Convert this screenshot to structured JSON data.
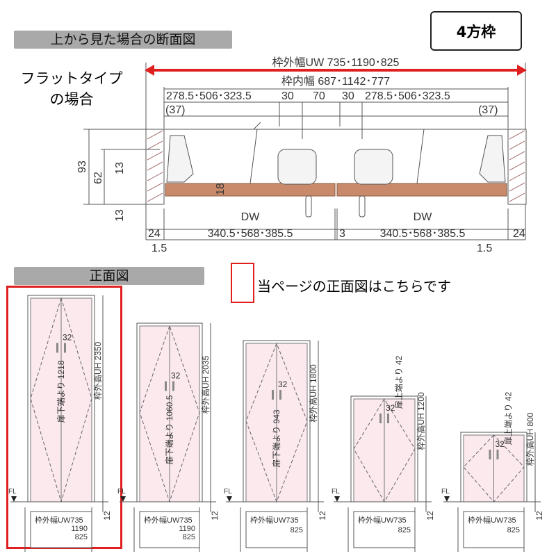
{
  "header_top": "上から見た場合の断面図",
  "badge": "4方枠",
  "flat_type": [
    "フラットタイプ",
    "の場合"
  ],
  "section": {
    "outer_width": "枠外幅UW 735･1190･825",
    "inner_width": "枠内幅 687･1142･777",
    "dims_left": "278.5･506･323.5",
    "d30a": "30",
    "d70": "70",
    "d30b": "30",
    "dims_right": "278.5･506･323.5",
    "p37l": "(37)",
    "p37r": "(37)",
    "h93": "93",
    "h62": "62",
    "h13a": "13",
    "h13b": "13",
    "h18": "18",
    "dw_left": "DW",
    "dw_left_vals": "340.5･568･385.5",
    "dw_right": "DW",
    "dw_right_vals": "340.5･568･385.5",
    "d24l": "24",
    "d24r": "24",
    "d3": "3",
    "d15l": "1.5",
    "d15r": "1.5"
  },
  "header_front": "正面図",
  "legend_text": "当ページの正面図はこちらです",
  "colors": {
    "accent": "#e02020",
    "door_fill": "#fbe9ee",
    "wood": "#c98a6c"
  },
  "elevations": [
    {
      "uh": "枠外高UH 2350",
      "handle": "32",
      "height_from": "扉下端より 1218",
      "fl": "FL",
      "twelve": "12",
      "w1": "枠外幅UW735",
      "w2": "1190",
      "w3": "825"
    },
    {
      "uh": "枠外高UH 2035",
      "handle": "32",
      "height_from": "扉下端より 1060.5",
      "fl": "FL",
      "twelve": "12",
      "w1": "枠外幅UW735",
      "w2": "1190",
      "w3": "825"
    },
    {
      "uh": "枠外高UH 1800",
      "handle": "32",
      "height_from": "扉下端より 943",
      "fl": "FL",
      "twelve": "12",
      "w1": "枠外幅UW735",
      "w3": "825"
    },
    {
      "uh": "枠外高UH 1200",
      "handle": "32",
      "height_from": "扉上端より 42",
      "fl": "FL",
      "twelve": "12",
      "w1": "枠外幅UW735",
      "w3": "825"
    },
    {
      "uh": "枠外高UH 800",
      "handle": "32",
      "height_from": "扉上端より 42",
      "fl": "FL",
      "twelve": "12",
      "w1": "枠外幅UW735",
      "w3": "825"
    }
  ]
}
